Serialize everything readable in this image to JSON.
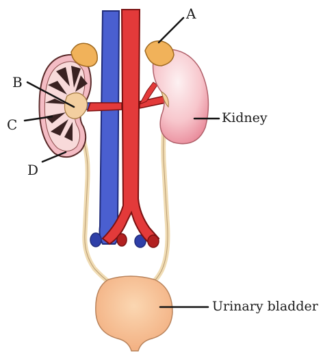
{
  "diagram": {
    "labels": {
      "a": "A",
      "b": "B",
      "c": "C",
      "d": "D",
      "kidney": "Kidney",
      "bladder": "Urinary bladder"
    },
    "colors": {
      "vein": "#4a5fd0",
      "artery": "#e33a3a",
      "adrenal": "#f1b25a",
      "kidney": "#f4bcc4",
      "kidney_cortex": "#f6c8cc",
      "pyramid": "#3a2222",
      "pelvis": "#f3cfa0",
      "ureter": "#f0dcb4",
      "bladder": "#f7c49a"
    }
  }
}
